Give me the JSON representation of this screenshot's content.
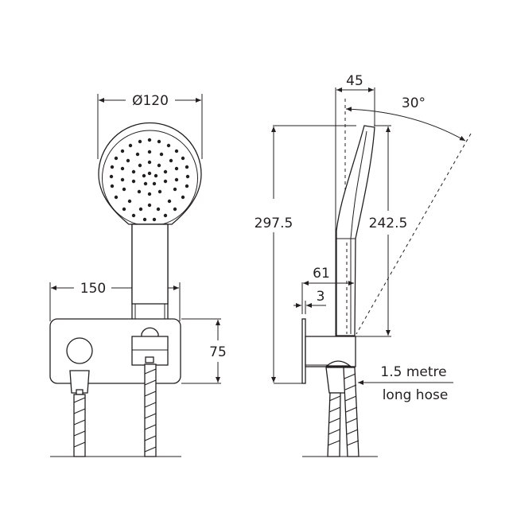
{
  "drawing": {
    "front_view": {
      "head_diameter": "Ø120",
      "plate_width": "150",
      "plate_height": "75"
    },
    "side_view": {
      "depth_top": "45",
      "tilt_angle": "30°",
      "overall_height": "297.5",
      "handset_length": "242.5",
      "bracket_projection": "61",
      "plate_thickness": "3",
      "hose_note_line1": "1.5 metre",
      "hose_note_line2": "long hose"
    },
    "colors": {
      "line": "#231f20",
      "background": "#ffffff"
    }
  }
}
